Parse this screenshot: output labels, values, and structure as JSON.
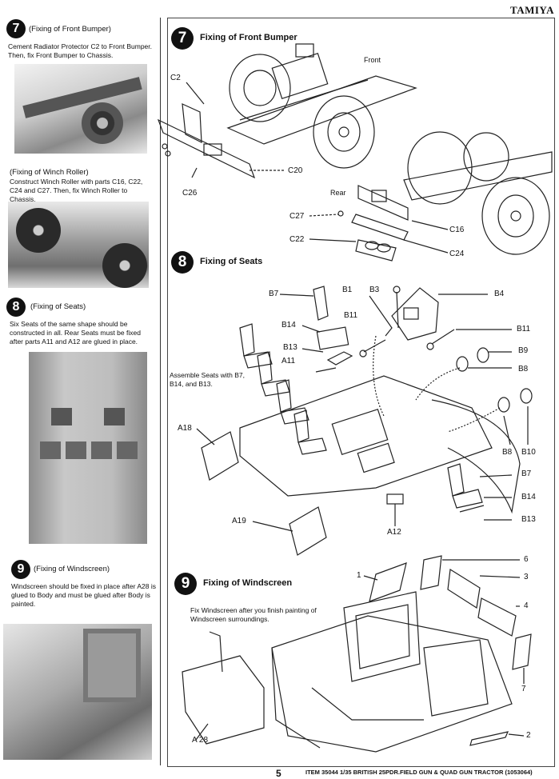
{
  "brand": "TAMIYA",
  "left": {
    "s7": {
      "num": "7",
      "title": "(Fixing of Front Bumper)",
      "text": "Cement Radiator Protector C2 to Front Bumper. Then, fix Front Bumper to Chassis."
    },
    "winch": {
      "title": "(Fixing of Winch Roller)",
      "text": "Construct Winch Roller with parts C16, C22, C24 and C27. Then, fix Winch Roller to Chassis."
    },
    "s8": {
      "num": "8",
      "title": "(Fixing of Seats)",
      "text": "Six Seats of the same shape should be constructed in all. Rear Seats must be fixed after parts A11 and A12 are glued in place."
    },
    "s9": {
      "num": "9",
      "title": "(Fixing of Windscreen)",
      "text": "Windscreen should be fixed in place after A28 is glued to Body and must be glued after Body is painted."
    }
  },
  "right": {
    "s7": {
      "num": "7",
      "title": "Fixing of Front Bumper",
      "front": "Front",
      "rear": "Rear",
      "labels": {
        "c2": "C2",
        "c20": "C20",
        "c26": "C26",
        "c27": "C27",
        "c22": "C22",
        "c16": "C16",
        "c24": "C24"
      }
    },
    "s8": {
      "num": "8",
      "title": "Fixing of Seats",
      "assemble": "Assemble Seats with B7, B14, and B13.",
      "labels": {
        "b7a": "B7",
        "b1": "B1",
        "b3": "B3",
        "b4": "B4",
        "b14a": "B14",
        "b11a": "B11",
        "b11b": "B11",
        "b13a": "B13",
        "b9": "B9",
        "a11": "A11",
        "b8a": "B8",
        "a18": "A18",
        "b8b": "B8",
        "b10": "B10",
        "b7b": "B7",
        "b14b": "B14",
        "a19": "A19",
        "a12": "A12",
        "b13b": "B13"
      }
    },
    "s9": {
      "num": "9",
      "title": "Fixing of Windscreen",
      "note": "Fix Windscreen after you finish painting of Windscreen surroundings.",
      "labels": {
        "n1": "1",
        "n6": "6",
        "n3": "3",
        "n4": "4",
        "n7": "7",
        "n2": "2",
        "a28": "A 28"
      }
    }
  },
  "footer": {
    "page": "5",
    "item": "ITEM 35044  1/35 BRITISH 25PDR.FIELD GUN & QUAD GUN TRACTOR (1053064)"
  }
}
